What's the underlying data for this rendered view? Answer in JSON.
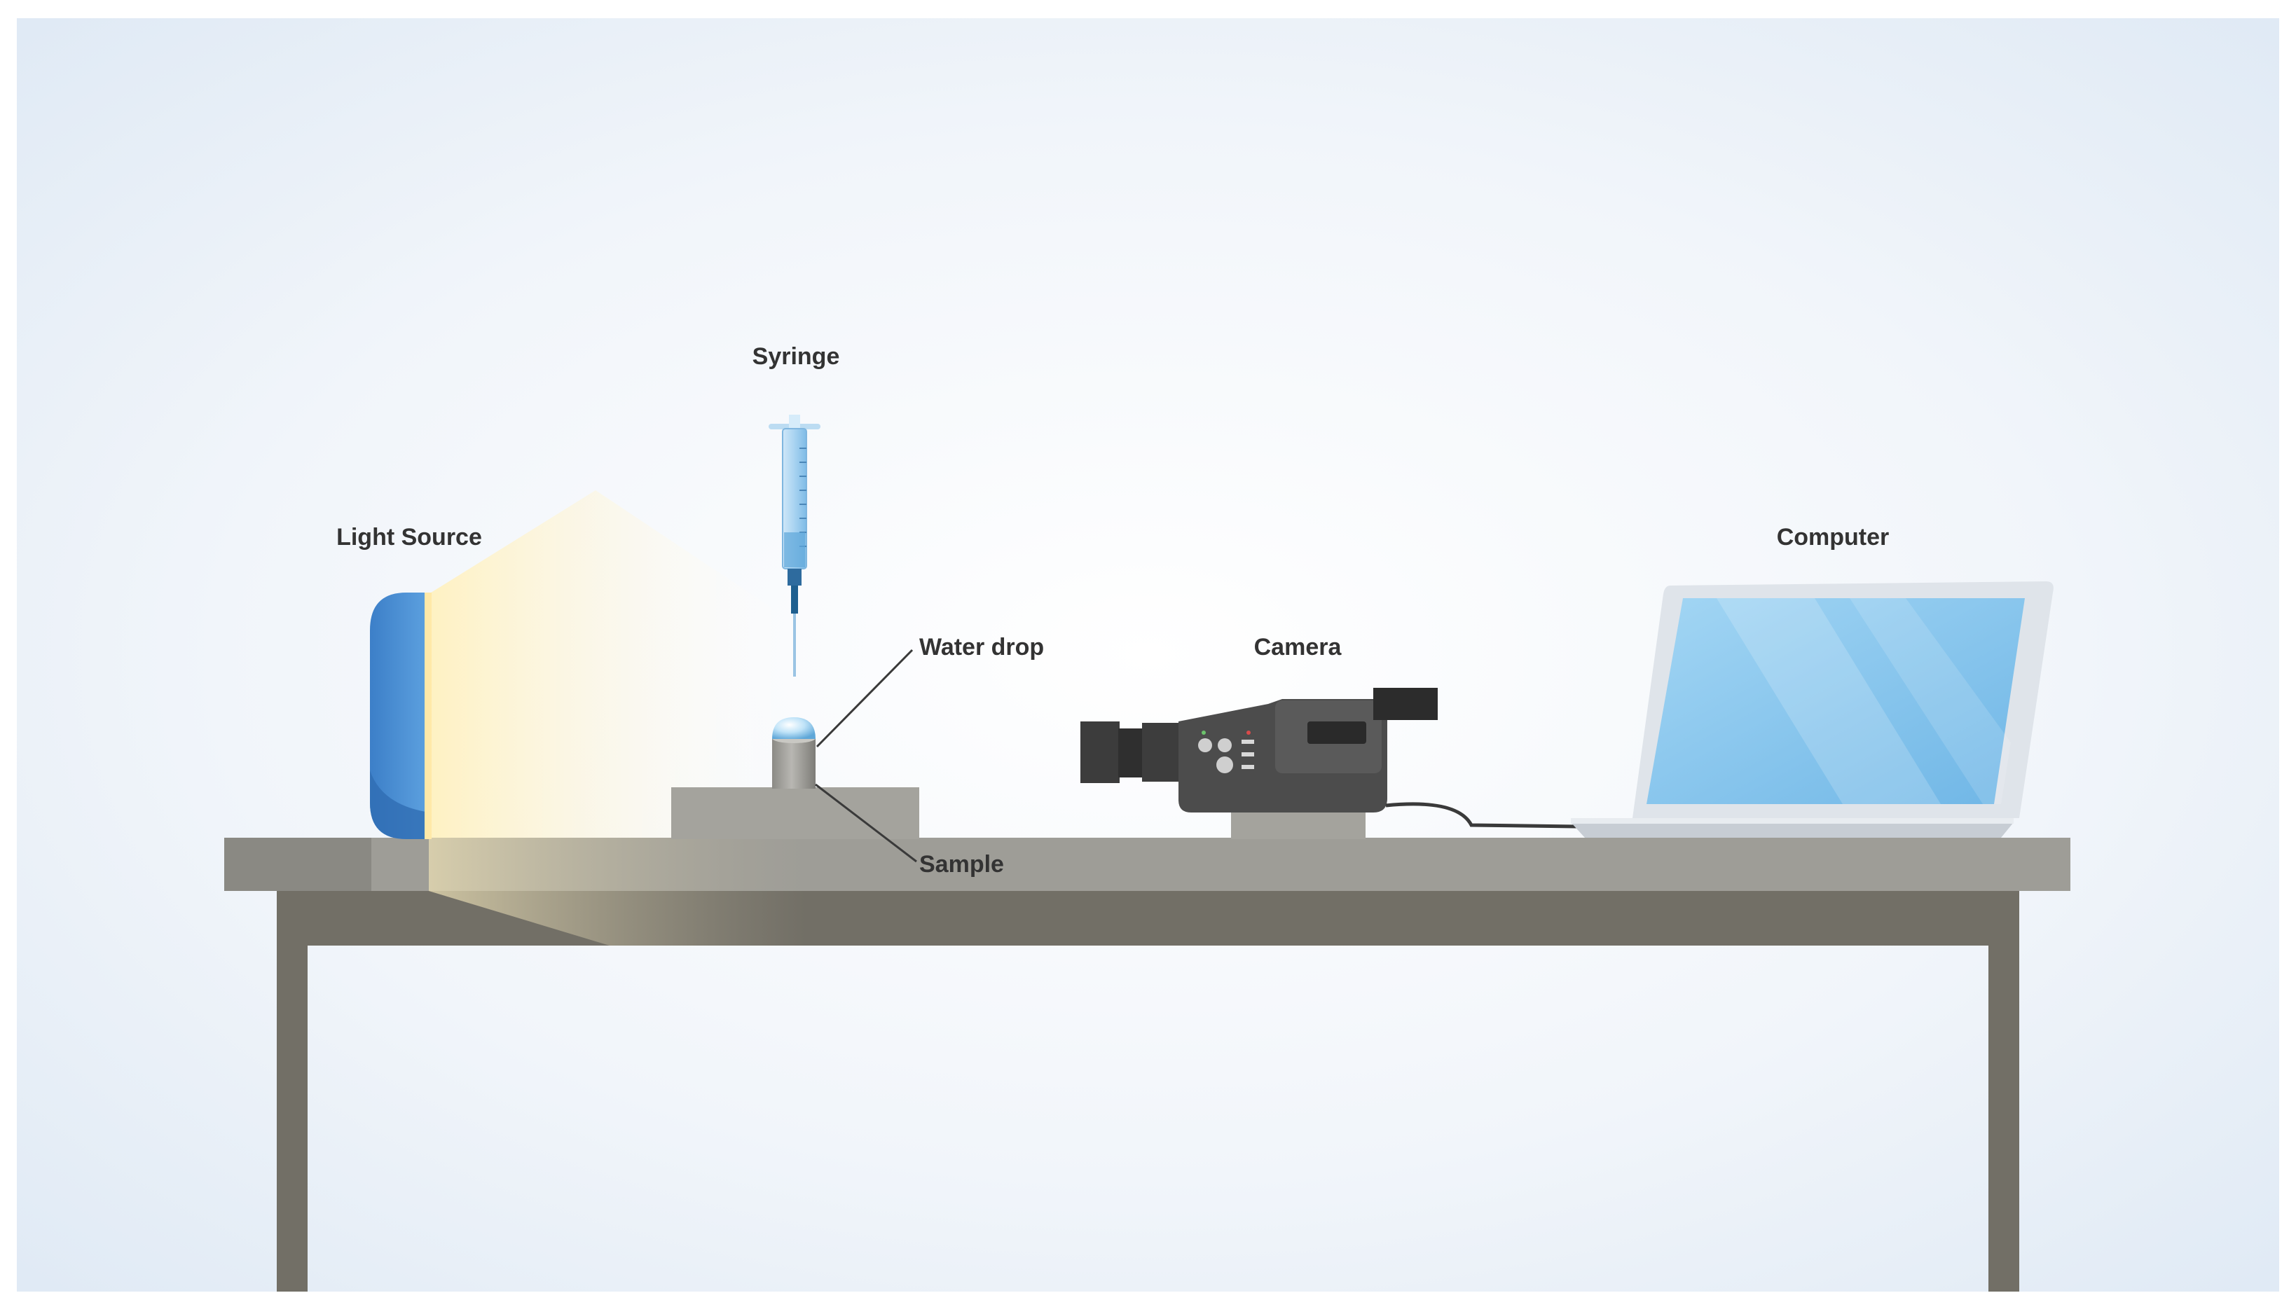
{
  "labels": {
    "light_source": "Light Source",
    "syringe": "Syringe",
    "water_drop": "Water drop",
    "sample": "Sample",
    "camera": "Camera",
    "computer": "Computer"
  },
  "colors": {
    "light_source_body": "#4a8fd6",
    "table_top": "#9e9d97",
    "table_legs": "#726f66",
    "camera_body": "#4c4c4c",
    "laptop_screen": "#8ec9ee",
    "label_text": "#333333"
  }
}
